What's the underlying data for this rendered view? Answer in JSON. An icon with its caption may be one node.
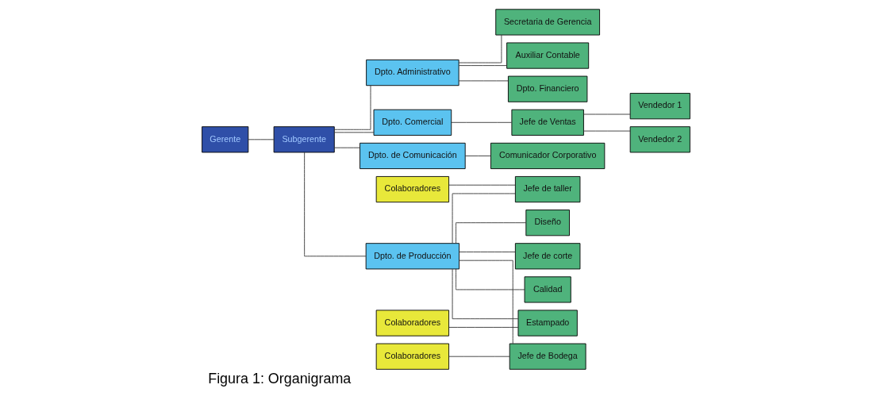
{
  "diagram": {
    "caption": "Figura 1: Organigrama",
    "nodes": [
      {
        "text": [
          "Gerente"
        ]
      },
      {
        "text": [
          "Subgerente"
        ]
      },
      {
        "text": [
          "Dpto. Administrativo"
        ]
      },
      {
        "text": [
          "Dpto. Comercial"
        ]
      },
      {
        "text": [
          "Dpto. de Comunicación"
        ]
      },
      {
        "text": [
          "Dpto. de Producción"
        ]
      },
      {
        "text": [
          "Secretaria de Gerencia"
        ]
      },
      {
        "text": [
          "Auxiliar Contable"
        ]
      },
      {
        "text": [
          "Dpto. Financiero"
        ]
      },
      {
        "text": [
          "Jefe de Ventas"
        ]
      },
      {
        "text": [
          "Vendedor 1"
        ]
      },
      {
        "text": [
          "Vendedor 2"
        ]
      },
      {
        "text": [
          "Comunicador Corporativo"
        ]
      },
      {
        "text": [
          "Diseño"
        ]
      },
      {
        "text": [
          "Jefe de corte"
        ]
      },
      {
        "text": [
          "Colaboradores"
        ]
      },
      {
        "text": [
          "Jefe de taller"
        ]
      },
      {
        "text": [
          "Calidad"
        ]
      },
      {
        "text": [
          "Colaboradores"
        ]
      },
      {
        "text": [
          "Estampado"
        ]
      },
      {
        "text": [
          "Colaboradores"
        ]
      },
      {
        "text": [
          "Jefe de Bodega"
        ]
      }
    ],
    "edges": [
      {
        "from": 0,
        "to": 1,
        "arrow": "none"
      },
      {
        "from": 1,
        "to": 2,
        "arrow": "none"
      },
      {
        "from": 1,
        "to": 3,
        "arrow": "none"
      },
      {
        "from": 1,
        "to": 4,
        "arrow": "none"
      },
      {
        "from": 1,
        "to": 5,
        "arrow": "none"
      },
      {
        "from": 2,
        "to": 6,
        "arrow": "none"
      },
      {
        "from": 2,
        "to": 7,
        "arrow": "none"
      },
      {
        "from": 2,
        "to": 8,
        "arrow": "none"
      },
      {
        "from": 3,
        "to": 9,
        "arrow": "none"
      },
      {
        "from": 9,
        "to": 10,
        "arrow": "none"
      },
      {
        "from": 9,
        "to": 11,
        "arrow": "none"
      },
      {
        "from": 4,
        "to": 12,
        "arrow": "none"
      },
      {
        "from": 5,
        "to": 13,
        "arrow": "none"
      },
      {
        "from": 5,
        "to": 14,
        "arrow": "none"
      },
      {
        "from": 5,
        "to": 16,
        "arrow": "none"
      },
      {
        "from": 5,
        "to": 17,
        "arrow": "none"
      },
      {
        "from": 5,
        "to": 19,
        "arrow": "none"
      },
      {
        "from": 5,
        "to": 21,
        "arrow": "none"
      },
      {
        "from": 15,
        "to": 16,
        "arrow": "none"
      },
      {
        "from": 18,
        "to": 19,
        "arrow": "none"
      },
      {
        "from": 20,
        "to": 21,
        "arrow": "none"
      }
    ]
  }
}
